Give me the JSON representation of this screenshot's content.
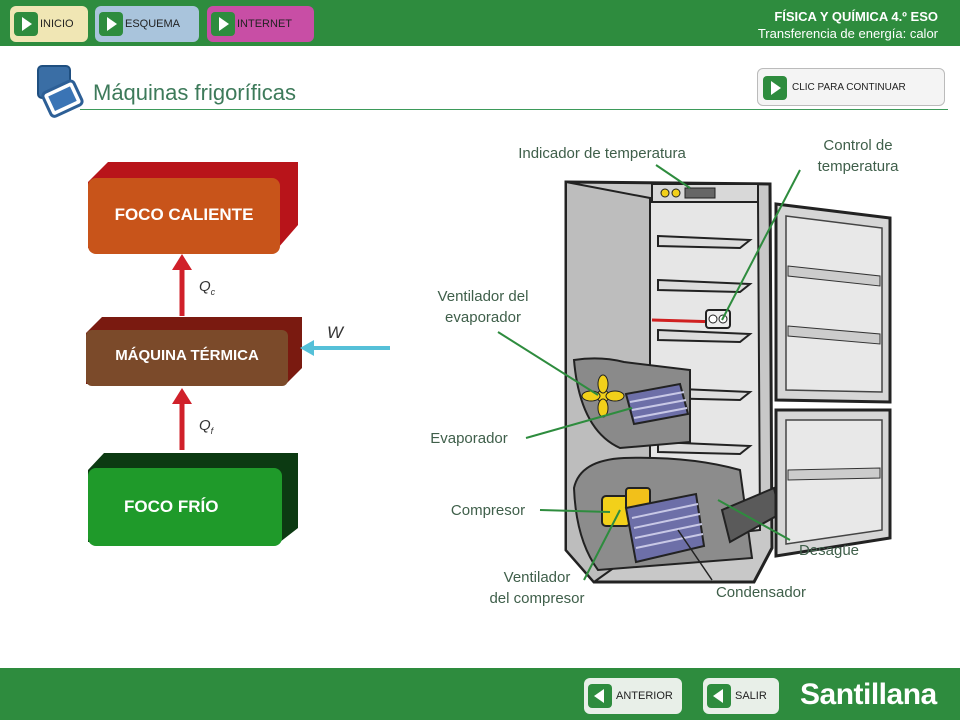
{
  "header": {
    "nav": [
      {
        "label": "INICIO"
      },
      {
        "label": "ESQUEMA"
      },
      {
        "label": "INTERNET"
      }
    ],
    "course": "FÍSICA Y QUÍMICA 4.º ESO",
    "topic": "Transferencia de energía: calor"
  },
  "page": {
    "title": "Máquinas frigoríficas",
    "continue_label": "CLIC PARA CONTINUAR"
  },
  "diagram": {
    "hot_source": "FOCO CALIENTE",
    "machine": "MÁQUINA TÉRMICA",
    "cold_source": "FOCO FRÍO",
    "qc_main": "Q",
    "qc_sub": "c",
    "qf_main": "Q",
    "qf_sub": "f",
    "work": "W"
  },
  "fridge": {
    "labels": {
      "temp_indicator": "Indicador de temperatura",
      "temp_control_1": "Control de",
      "temp_control_2": "temperatura",
      "evap_fan_1": "Ventilador del",
      "evap_fan_2": "evaporador",
      "evaporator": "Evaporador",
      "compressor": "Compresor",
      "comp_fan_1": "Ventilador",
      "comp_fan_2": "del compresor",
      "drain": "Desagüe",
      "condenser": "Condensador"
    }
  },
  "footer": {
    "prev_label": "ANTERIOR",
    "exit_label": "SALIR",
    "brand": "Santillana"
  },
  "colors": {
    "bar_green": "#2e8c3e",
    "hot": "#c8541a",
    "machine": "#7b4a2a",
    "cold": "#1f9a2a",
    "arrow_red": "#d0202a",
    "arrow_cyan": "#55c0d8"
  }
}
